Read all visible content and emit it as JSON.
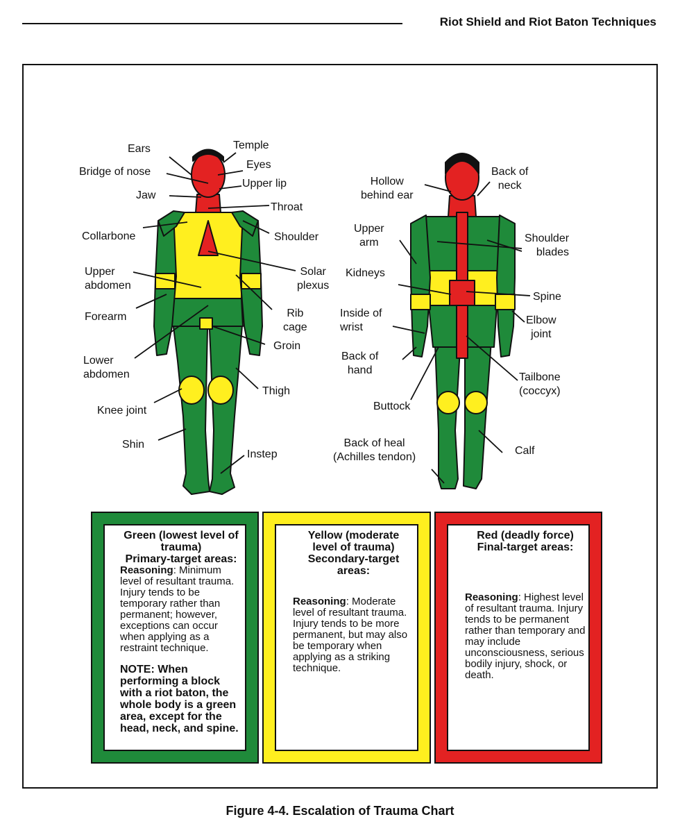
{
  "header": {
    "title": "Riot Shield and Riot Baton Techniques"
  },
  "colors": {
    "green": "#1f8a3a",
    "yellow": "#ffef1f",
    "red": "#e32222",
    "black": "#111111"
  },
  "front_labels": {
    "ears": "Ears",
    "temple": "Temple",
    "eyes": "Eyes",
    "bridge_of_nose": "Bridge of nose",
    "upper_lip": "Upper lip",
    "jaw": "Jaw",
    "throat": "Throat",
    "collarbone": "Collarbone",
    "shoulder": "Shoulder",
    "upper_abdomen_1": "Upper",
    "upper_abdomen_2": "abdomen",
    "solar_plexus_1": "Solar",
    "solar_plexus_2": "plexus",
    "forearm": "Forearm",
    "rib_cage_1": "Rib",
    "rib_cage_2": "cage",
    "groin": "Groin",
    "lower_abdomen_1": "Lower",
    "lower_abdomen_2": "abdomen",
    "thigh": "Thigh",
    "knee_joint": "Knee joint",
    "shin": "Shin",
    "instep": "Instep"
  },
  "back_labels": {
    "hollow_1": "Hollow",
    "hollow_2": "behind ear",
    "back_of_neck_1": "Back of",
    "back_of_neck_2": "neck",
    "upper_arm_1": "Upper",
    "upper_arm_2": "arm",
    "shoulder_blades_1": "Shoulder",
    "shoulder_blades_2": "blades",
    "kidneys": "Kidneys",
    "spine": "Spine",
    "inside_wrist_1": "Inside of",
    "inside_wrist_2": "wrist",
    "elbow_joint_1": "Elbow",
    "elbow_joint_2": "joint",
    "back_hand_1": "Back of",
    "back_hand_2": "hand",
    "tailbone_1": "Tailbone",
    "tailbone_2": "(coccyx)",
    "buttock": "Buttock",
    "heel_1": "Back of heal",
    "heel_2": "(Achilles tendon)",
    "calf": "Calf"
  },
  "boxes": {
    "green": {
      "head": [
        "Green (lowest level of",
        "trauma)",
        "Primary-target areas:"
      ],
      "reason_label": "Reasoning",
      "reason_text": ": Minimum level of resultant trauma. Injury tends to be temporary rather than permanent; however, exceptions can occur when applying as a restraint technique.",
      "note": "NOTE: When performing a block with a riot baton, the whole body is a green area, except for the head, neck, and spine."
    },
    "yellow": {
      "head": [
        "Yellow (moderate",
        "level of trauma)",
        "Secondary-target",
        "areas:"
      ],
      "reason_label": "Reasoning",
      "reason_text": ": Moderate level of resultant trauma. Injury tends to be more permanent, but may also be temporary when applying as a striking technique."
    },
    "red": {
      "head": [
        "Red (deadly force)",
        "Final-target areas:"
      ],
      "reason_label": "Reasoning",
      "reason_text": ": Highest level of resultant trauma. Injury tends to be permanent rather than temporary and may include unconsciousness, serious bodily injury, shock, or death."
    }
  },
  "caption": "Figure 4-4.  Escalation of Trauma Chart"
}
